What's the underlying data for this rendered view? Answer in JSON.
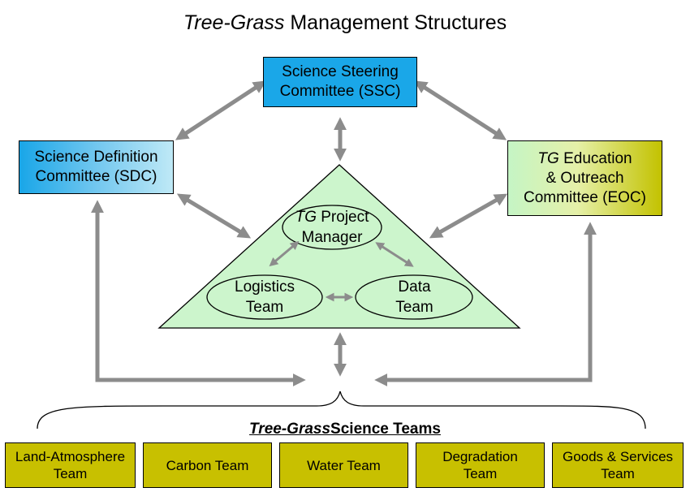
{
  "title": {
    "italic": "Tree-Grass",
    "rest": " Management  Structures"
  },
  "ssc": {
    "line1": "Science Steering",
    "line2": "Committee (SSC)"
  },
  "sdc": {
    "line1": "Science Definition",
    "line2": "Committee (SDC)"
  },
  "eoc": {
    "line1_italic": "TG",
    "line1_rest": " Education",
    "line2": "& Outreach",
    "line3": "Committee (EOC)"
  },
  "project_manager": {
    "line1_italic": "TG",
    "line1_rest": " Project",
    "line2": "Manager"
  },
  "logistics": {
    "line1": "Logistics",
    "line2": "Team"
  },
  "data_team": {
    "line1": "Data",
    "line2": "Team"
  },
  "science_teams_label": {
    "italic": "Tree-Grass",
    "rest": "Science Teams"
  },
  "teams": [
    {
      "line1": "Land-Atmosphere",
      "line2": "Team"
    },
    {
      "line1": "Carbon Team",
      "line2": ""
    },
    {
      "line1": "Water Team",
      "line2": ""
    },
    {
      "line1": "Degradation",
      "line2": "Team"
    },
    {
      "line1": "Goods & Services",
      "line2": "Team"
    }
  ],
  "colors": {
    "ssc_fill": "#1aa7e8",
    "triangle_fill": "#ccf5cc",
    "team_fill": "#c8c000",
    "arrow": "#8c8c8c"
  }
}
